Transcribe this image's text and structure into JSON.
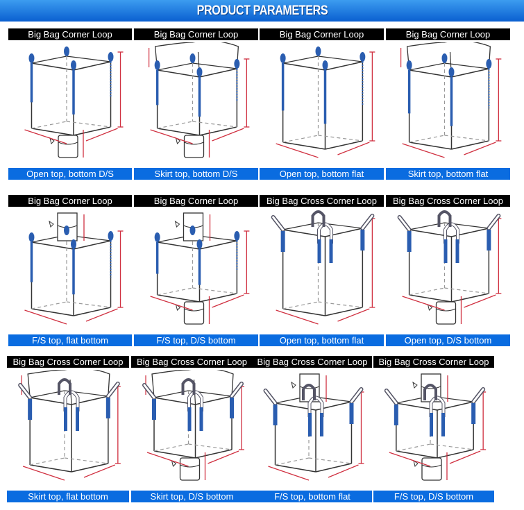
{
  "banner": {
    "title": "PRODUCT PARAMETERS"
  },
  "colors": {
    "banner": "#0a6ce0",
    "header_bg": "#000000",
    "footer_bg": "#0a6ce0",
    "loop": "#2a5db0",
    "dimension": "#d03040"
  },
  "grid": {
    "rows": [
      {
        "cells": [
          {
            "header": "Big Bag Corner Loop",
            "footer": "Open top, bottom D/S",
            "loop": "corner",
            "top": "open",
            "bottom": "ds"
          },
          {
            "header": "Big Bag Corner Loop",
            "footer": "Skirt top, bottom D/S",
            "loop": "corner",
            "top": "skirt",
            "bottom": "ds"
          },
          {
            "header": "Big Bag Corner Loop",
            "footer": "Open top, bottom flat",
            "loop": "corner",
            "top": "open",
            "bottom": "flat"
          },
          {
            "header": "Big Bag Corner Loop",
            "footer": "Skirt top, bottom flat",
            "loop": "corner",
            "top": "skirt",
            "bottom": "flat"
          }
        ]
      },
      {
        "cells": [
          {
            "header": "Big Bag Corner Loop",
            "footer": "F/S top, flat bottom",
            "loop": "corner",
            "top": "fs",
            "bottom": "flat"
          },
          {
            "header": "Big Bag Corner Loop",
            "footer": "F/S top, D/S bottom",
            "loop": "corner",
            "top": "fs",
            "bottom": "ds"
          },
          {
            "header": "Big Bag Cross Corner Loop",
            "footer": "Open top, bottom flat",
            "loop": "cross",
            "top": "open",
            "bottom": "flat"
          },
          {
            "header": "Big Bag Cross Corner Loop",
            "footer": "Open top, D/S bottom",
            "loop": "cross",
            "top": "open",
            "bottom": "ds"
          }
        ]
      },
      {
        "cells": [
          {
            "header": "Big Bag Cross Corner Loop",
            "footer": "Skirt top, flat bottom",
            "loop": "cross",
            "top": "skirt",
            "bottom": "flat"
          },
          {
            "header": "Big Bag Cross Corner Loop",
            "footer": "Skirt top, D/S bottom",
            "loop": "cross",
            "top": "skirt",
            "bottom": "ds"
          },
          {
            "header": "Big Bag Cross Corner Loop",
            "footer": "F/S top, bottom flat",
            "loop": "cross",
            "top": "fs",
            "bottom": "flat"
          },
          {
            "header": "Big Bag Cross Corner Loop",
            "footer": "F/S top, D/S bottom",
            "loop": "cross",
            "top": "fs",
            "bottom": "ds"
          }
        ]
      }
    ]
  }
}
